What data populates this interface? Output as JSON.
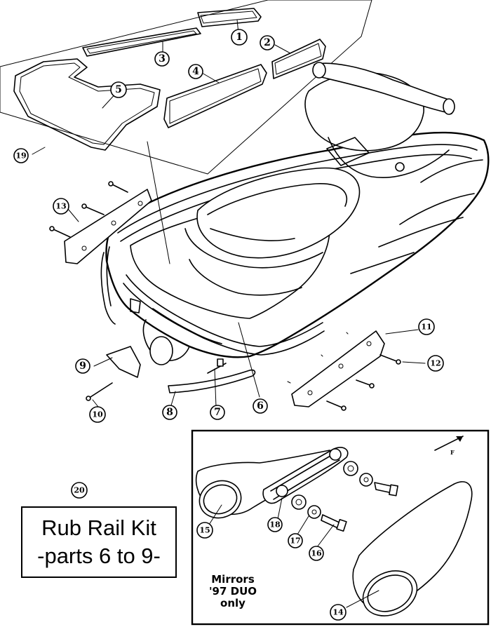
{
  "callouts": {
    "c1": "1",
    "c2": "2",
    "c3": "3",
    "c4": "4",
    "c5": "5",
    "c6": "6",
    "c7": "7",
    "c8": "8",
    "c9": "9",
    "c10": "10",
    "c11": "11",
    "c12": "12",
    "c13": "13",
    "c14": "14",
    "c15": "15",
    "c16": "16",
    "c17": "17",
    "c18": "18",
    "c19": "19",
    "c20": "20"
  },
  "kit_box": {
    "line1": "Rub Rail Kit",
    "line2": "-parts 6 to 9-"
  },
  "mirror_note": {
    "line1": "Mirrors",
    "line2": "'97 DUO",
    "line3": "only"
  },
  "direction_label": "F"
}
